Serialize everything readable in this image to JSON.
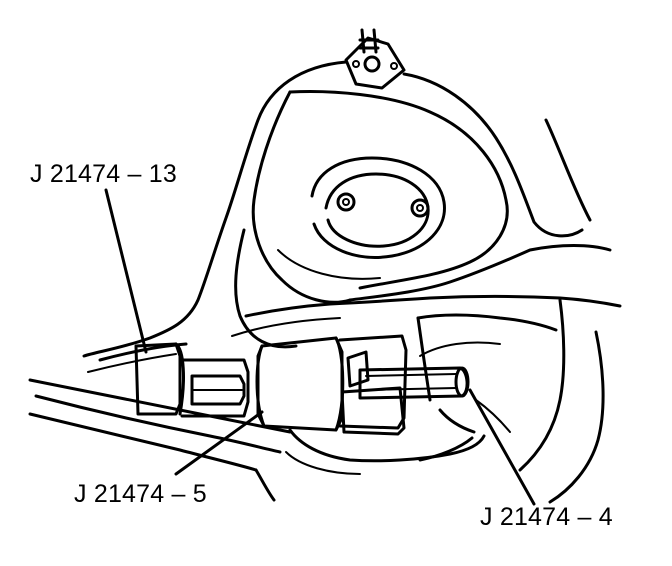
{
  "callouts": {
    "tool_13": "J 21474 – 13",
    "tool_5": "J 21474 – 5",
    "tool_4": "J 21474 – 4"
  },
  "colors": {
    "line": "#000000",
    "tool_fill": "#bdbdbd",
    "background": "#ffffff"
  }
}
